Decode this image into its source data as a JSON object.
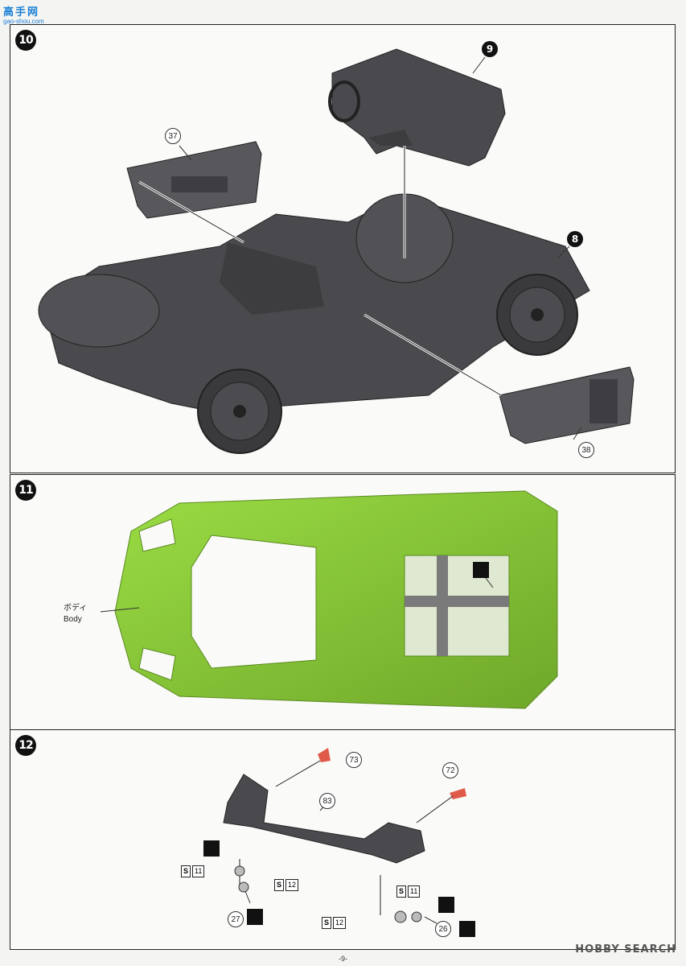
{
  "watermark": {
    "site": "高手网",
    "url": "gao-shou.com"
  },
  "steps": {
    "s10": {
      "number": "10",
      "parts": {
        "p9": "9",
        "p37": "37",
        "p8": "8",
        "p38": "38"
      }
    },
    "s11": {
      "number": "11",
      "body_label_jp": "ボディ",
      "body_label_en": "Body"
    },
    "s12": {
      "number": "12",
      "parts": {
        "p73": "73",
        "p72": "72",
        "p83": "83",
        "p27": "27",
        "p26": "26"
      },
      "paint_refs": [
        {
          "letter": "S",
          "num": "11"
        },
        {
          "letter": "S",
          "num": "12"
        },
        {
          "letter": "S",
          "num": "11"
        },
        {
          "letter": "S",
          "num": "12"
        }
      ]
    }
  },
  "footer": {
    "page": "-9-",
    "brand": "HOBBY SEARCH"
  },
  "colors": {
    "chassis": "#4a4a4e",
    "body": "#8ccf3a",
    "lamp": "#e05a4a"
  }
}
